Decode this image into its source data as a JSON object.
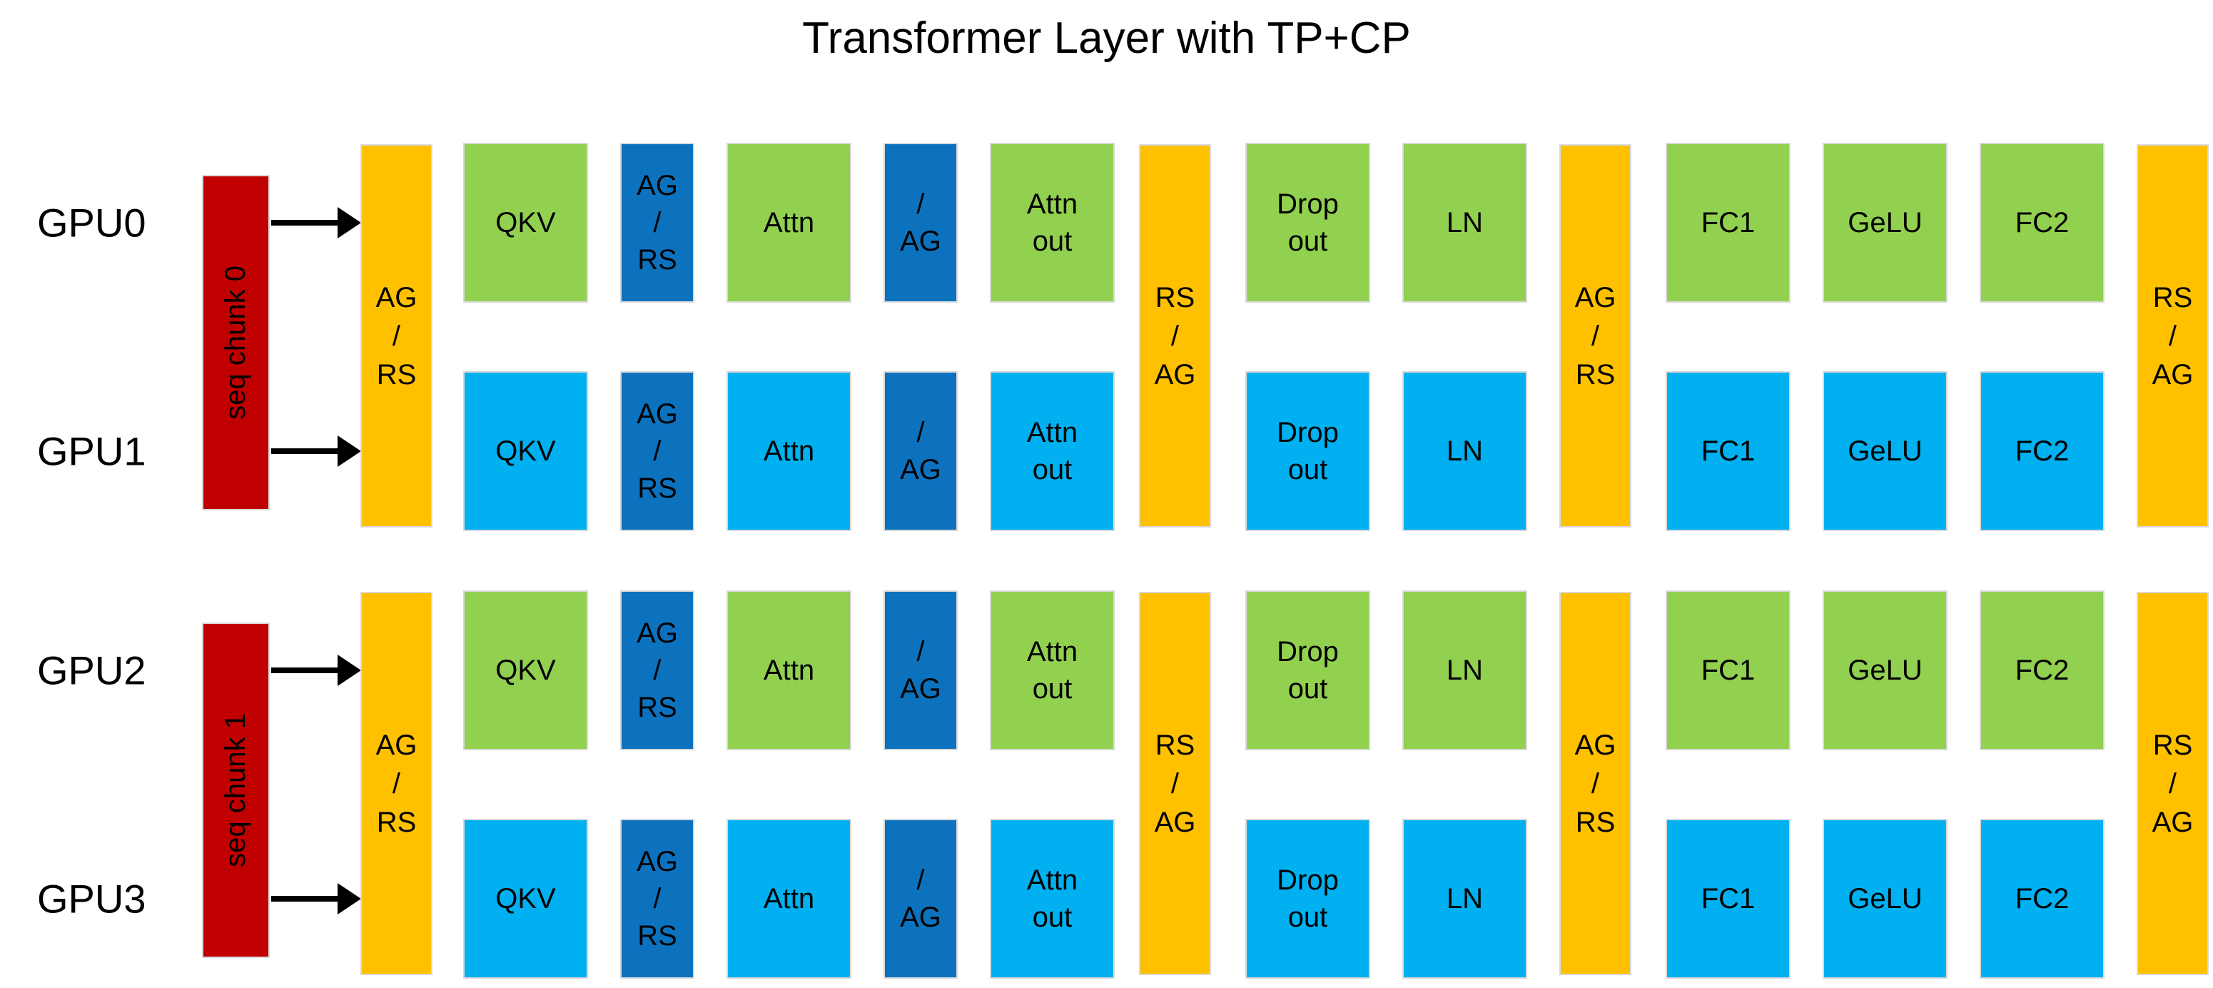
{
  "title": "Transformer Layer with TP+CP",
  "colors": {
    "seq_chunk_red": "#C00000",
    "comm_bar_gold": "#FFC000",
    "even_gpu_block_green": "#92D050",
    "odd_gpu_block_cyan": "#00B0F0",
    "tp_comm_block_blue": "#0D72BE",
    "arrow_black": "#000000",
    "block_border_gray": "#d9d9d9"
  },
  "sections": [
    {
      "gpu_labels": [
        "GPU0",
        "GPU1"
      ],
      "seq_chunk": "seq chunk 0",
      "comm_bars": [
        "AG\n/\nRS",
        "RS\n/\nAG",
        "AG\n/\nRS",
        "RS\n/\nAG"
      ],
      "rows": [
        {
          "blocks": [
            "QKV",
            "AG\n/\nRS",
            "Attn",
            "/\nAG",
            "Attn\nout",
            "Drop\nout",
            "LN",
            "FC1",
            "GeLU",
            "FC2"
          ]
        },
        {
          "blocks": [
            "QKV",
            "AG\n/\nRS",
            "Attn",
            "/\nAG",
            "Attn\nout",
            "Drop\nout",
            "LN",
            "FC1",
            "GeLU",
            "FC2"
          ]
        }
      ]
    },
    {
      "gpu_labels": [
        "GPU2",
        "GPU3"
      ],
      "seq_chunk": "seq chunk 1",
      "comm_bars": [
        "AG\n/\nRS",
        "RS\n/\nAG",
        "AG\n/\nRS",
        "RS\n/\nAG"
      ],
      "rows": [
        {
          "blocks": [
            "QKV",
            "AG\n/\nRS",
            "Attn",
            "/\nAG",
            "Attn\nout",
            "Drop\nout",
            "LN",
            "FC1",
            "GeLU",
            "FC2"
          ]
        },
        {
          "blocks": [
            "QKV",
            "AG\n/\nRS",
            "Attn",
            "/\nAG",
            "Attn\nout",
            "Drop\nout",
            "LN",
            "FC1",
            "GeLU",
            "FC2"
          ]
        }
      ]
    }
  ]
}
